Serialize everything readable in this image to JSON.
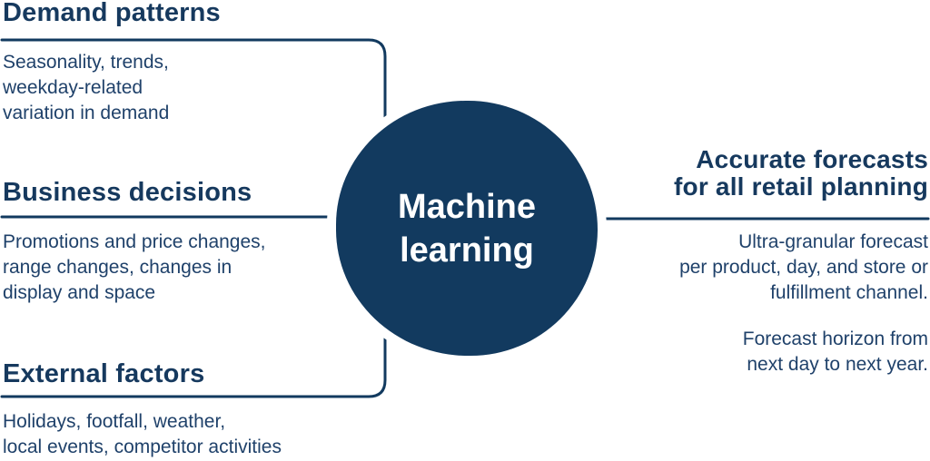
{
  "colors": {
    "navy": "#123A5F",
    "heading_text": "#16395E",
    "body_text": "#1F416A",
    "circle_fill": "#123A5F",
    "circle_text": "#FFFFFF",
    "background": "#FFFFFF"
  },
  "center": {
    "label": "Machine\nlearning"
  },
  "inputs": [
    {
      "title": "Demand patterns",
      "description": "Seasonality, trends,\nweekday-related\nvariation in demand"
    },
    {
      "title": "Business decisions",
      "description": "Promotions and price changes,\nrange changes, changes in\ndisplay and space"
    },
    {
      "title": "External factors",
      "description": "Holidays, footfall, weather,\nlocal events, competitor activities"
    }
  ],
  "output": {
    "title": "Accurate forecasts\nfor all retail planning",
    "description_1": "Ultra-granular forecast\nper product, day, and store or\nfulfillment channel.",
    "description_2": "Forecast horizon from\nnext day to next year."
  }
}
